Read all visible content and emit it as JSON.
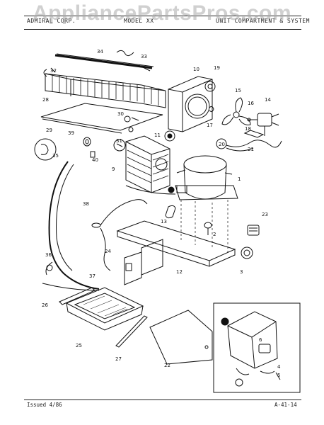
{
  "watermark": "AppliancePartsPros.com",
  "header": {
    "left": "ADMIRAL CORP.",
    "middle": "MODEL XX",
    "right": "UNIT COMPARTMENT & SYSTEM"
  },
  "footer": {
    "issued": "Issued 4/86",
    "page_code": "A-41-14"
  },
  "callouts": [
    "1",
    "2",
    "3",
    "4",
    "5",
    "6",
    "9",
    "10",
    "11",
    "12",
    "13",
    "14",
    "15",
    "16",
    "17",
    "18",
    "19",
    "20",
    "21",
    "22",
    "23",
    "24",
    "25",
    "26",
    "27",
    "28",
    "29",
    "30",
    "31",
    "32",
    "33",
    "34",
    "35",
    "36",
    "37",
    "38",
    "39",
    "40"
  ]
}
